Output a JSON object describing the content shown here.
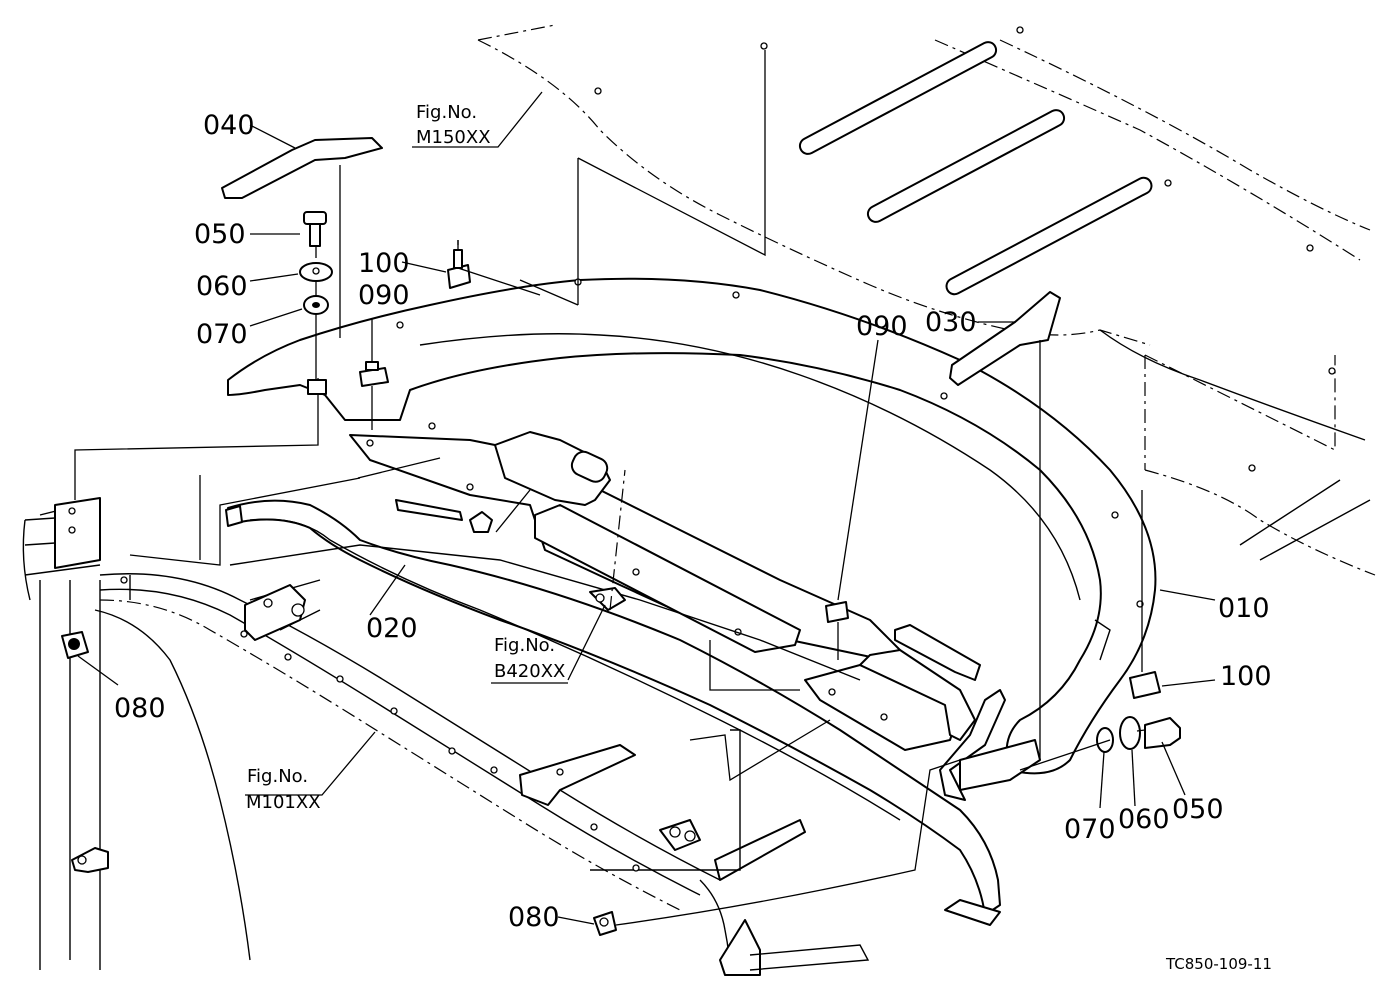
{
  "part_labels": {
    "p010": "010",
    "p020": "020",
    "p030": "030",
    "p040": "040",
    "p050_left": "050",
    "p050_right": "050",
    "p060_left": "060",
    "p060_right": "060",
    "p070_left": "070",
    "p070_right": "070",
    "p080_left": "080",
    "p080_bottom": "080",
    "p090_left": "090",
    "p090_right": "090",
    "p100_top": "100",
    "p100_right": "100"
  },
  "figure_refs": {
    "m150": {
      "prefix": "Fig.No.",
      "code": "M150XX"
    },
    "b420": {
      "prefix": "Fig.No.",
      "code": "B420XX"
    },
    "m101": {
      "prefix": "Fig.No.",
      "code": "M101XX"
    }
  },
  "drawing_code": "TC850-109-11"
}
